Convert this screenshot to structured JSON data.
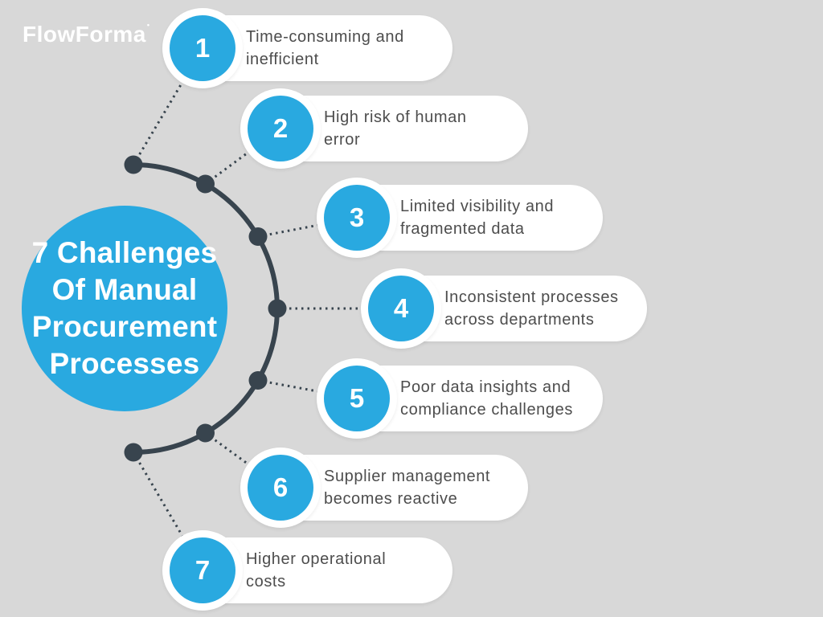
{
  "brand": {
    "logo_text": "FlowForma",
    "logo_mark": "•"
  },
  "center": {
    "title_lines": [
      "7 Challenges",
      "Of Manual",
      "Procurement",
      "Processes"
    ]
  },
  "items": [
    {
      "number": "1",
      "line1": "Time-consuming and",
      "line2": "inefficient"
    },
    {
      "number": "2",
      "line1": "High risk of human",
      "line2": "error"
    },
    {
      "number": "3",
      "line1": "Limited visibility and",
      "line2": "fragmented data"
    },
    {
      "number": "4",
      "line1": "Inconsistent processes",
      "line2": "across departments"
    },
    {
      "number": "5",
      "line1": "Poor data insights and",
      "line2": "compliance challenges"
    },
    {
      "number": "6",
      "line1": "Supplier management",
      "line2": "becomes reactive"
    },
    {
      "number": "7",
      "line1": "Higher operational",
      "line2": "costs"
    }
  ],
  "colors": {
    "accent_blue": "#29a9e0",
    "arc_slate": "#38444e",
    "background_gray": "#d8d8d8",
    "card_white": "#ffffff",
    "body_text_gray": "#4d4d4d"
  }
}
